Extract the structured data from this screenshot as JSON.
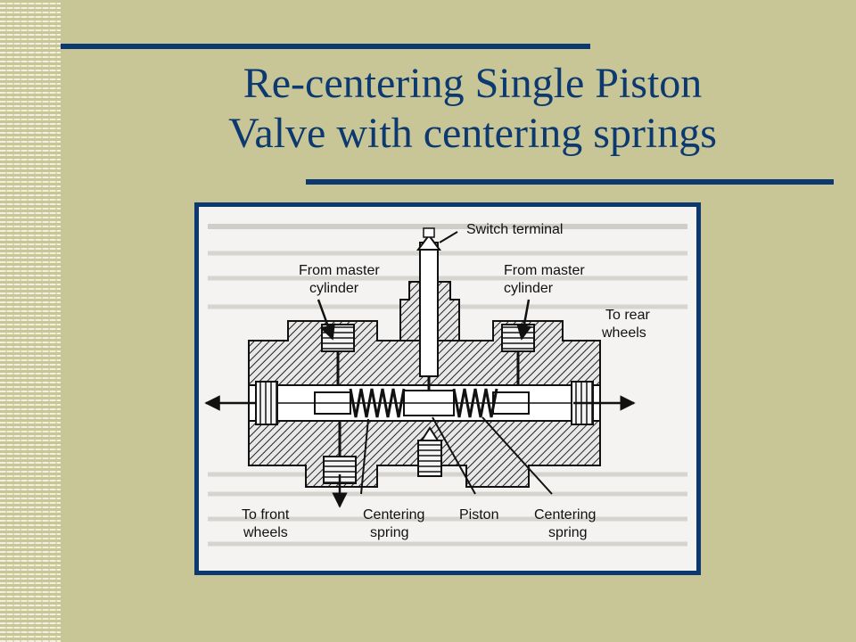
{
  "slide": {
    "title_line1": "Re-centering Single Piston",
    "title_line2": "Valve with centering springs",
    "title_color": "#0c3a70",
    "background_color": "#c8c596"
  },
  "diagram": {
    "labels": {
      "switch_terminal": "Switch terminal",
      "from_master_left_1": "From master",
      "from_master_left_2": "cylinder",
      "from_master_right_1": "From master",
      "from_master_right_2": "cylinder",
      "to_rear_1": "To rear",
      "to_rear_2": "wheels",
      "to_front_1": "To front",
      "to_front_2": "wheels",
      "centering_spring_left_1": "Centering",
      "centering_spring_left_2": "spring",
      "piston": "Piston",
      "centering_spring_right_1": "Centering",
      "centering_spring_right_2": "spring"
    }
  }
}
